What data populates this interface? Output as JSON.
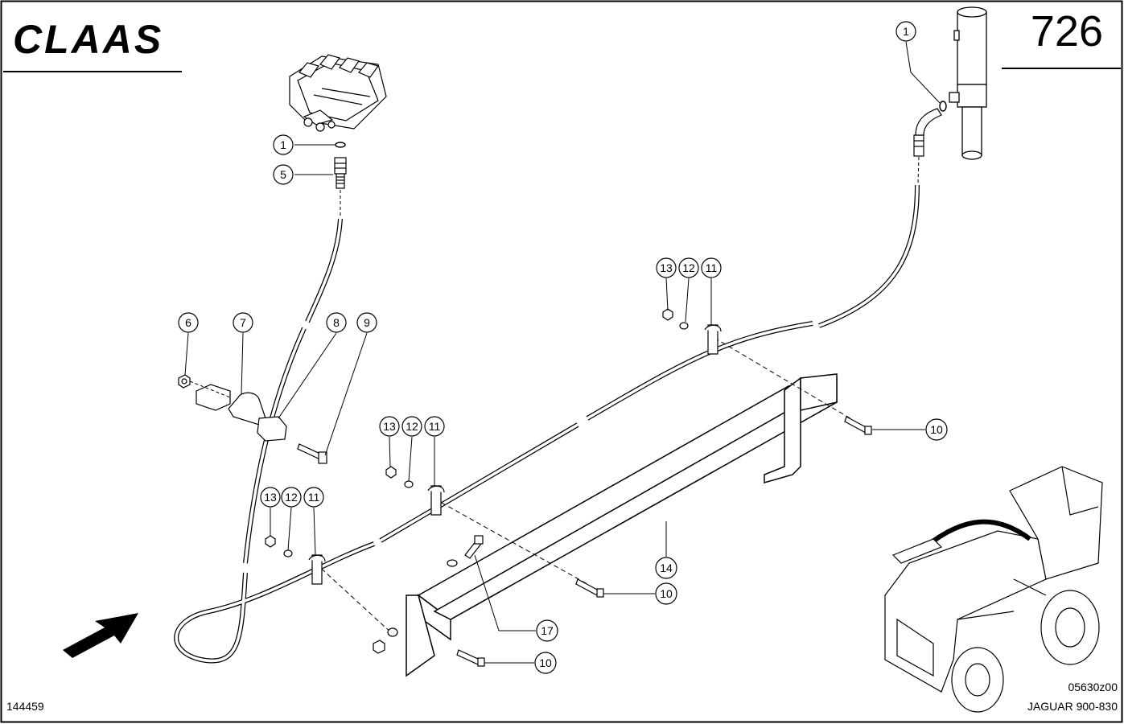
{
  "header": {
    "brand": "CLAAS",
    "page_number": "726"
  },
  "footer": {
    "doc_id": "144459",
    "drawing_id": "05630z00",
    "model": "JAGUAR 900-830"
  },
  "callouts": {
    "c1a": "1",
    "c1b": "1",
    "c5": "5",
    "c6": "6",
    "c7": "7",
    "c8": "8",
    "c9": "9",
    "c10a": "10",
    "c10b": "10",
    "c10c": "10",
    "c11a": "11",
    "c11b": "11",
    "c11c": "11",
    "c12a": "12",
    "c12b": "12",
    "c12c": "12",
    "c13a": "13",
    "c13b": "13",
    "c13c": "13",
    "c14": "14",
    "c17": "17"
  }
}
